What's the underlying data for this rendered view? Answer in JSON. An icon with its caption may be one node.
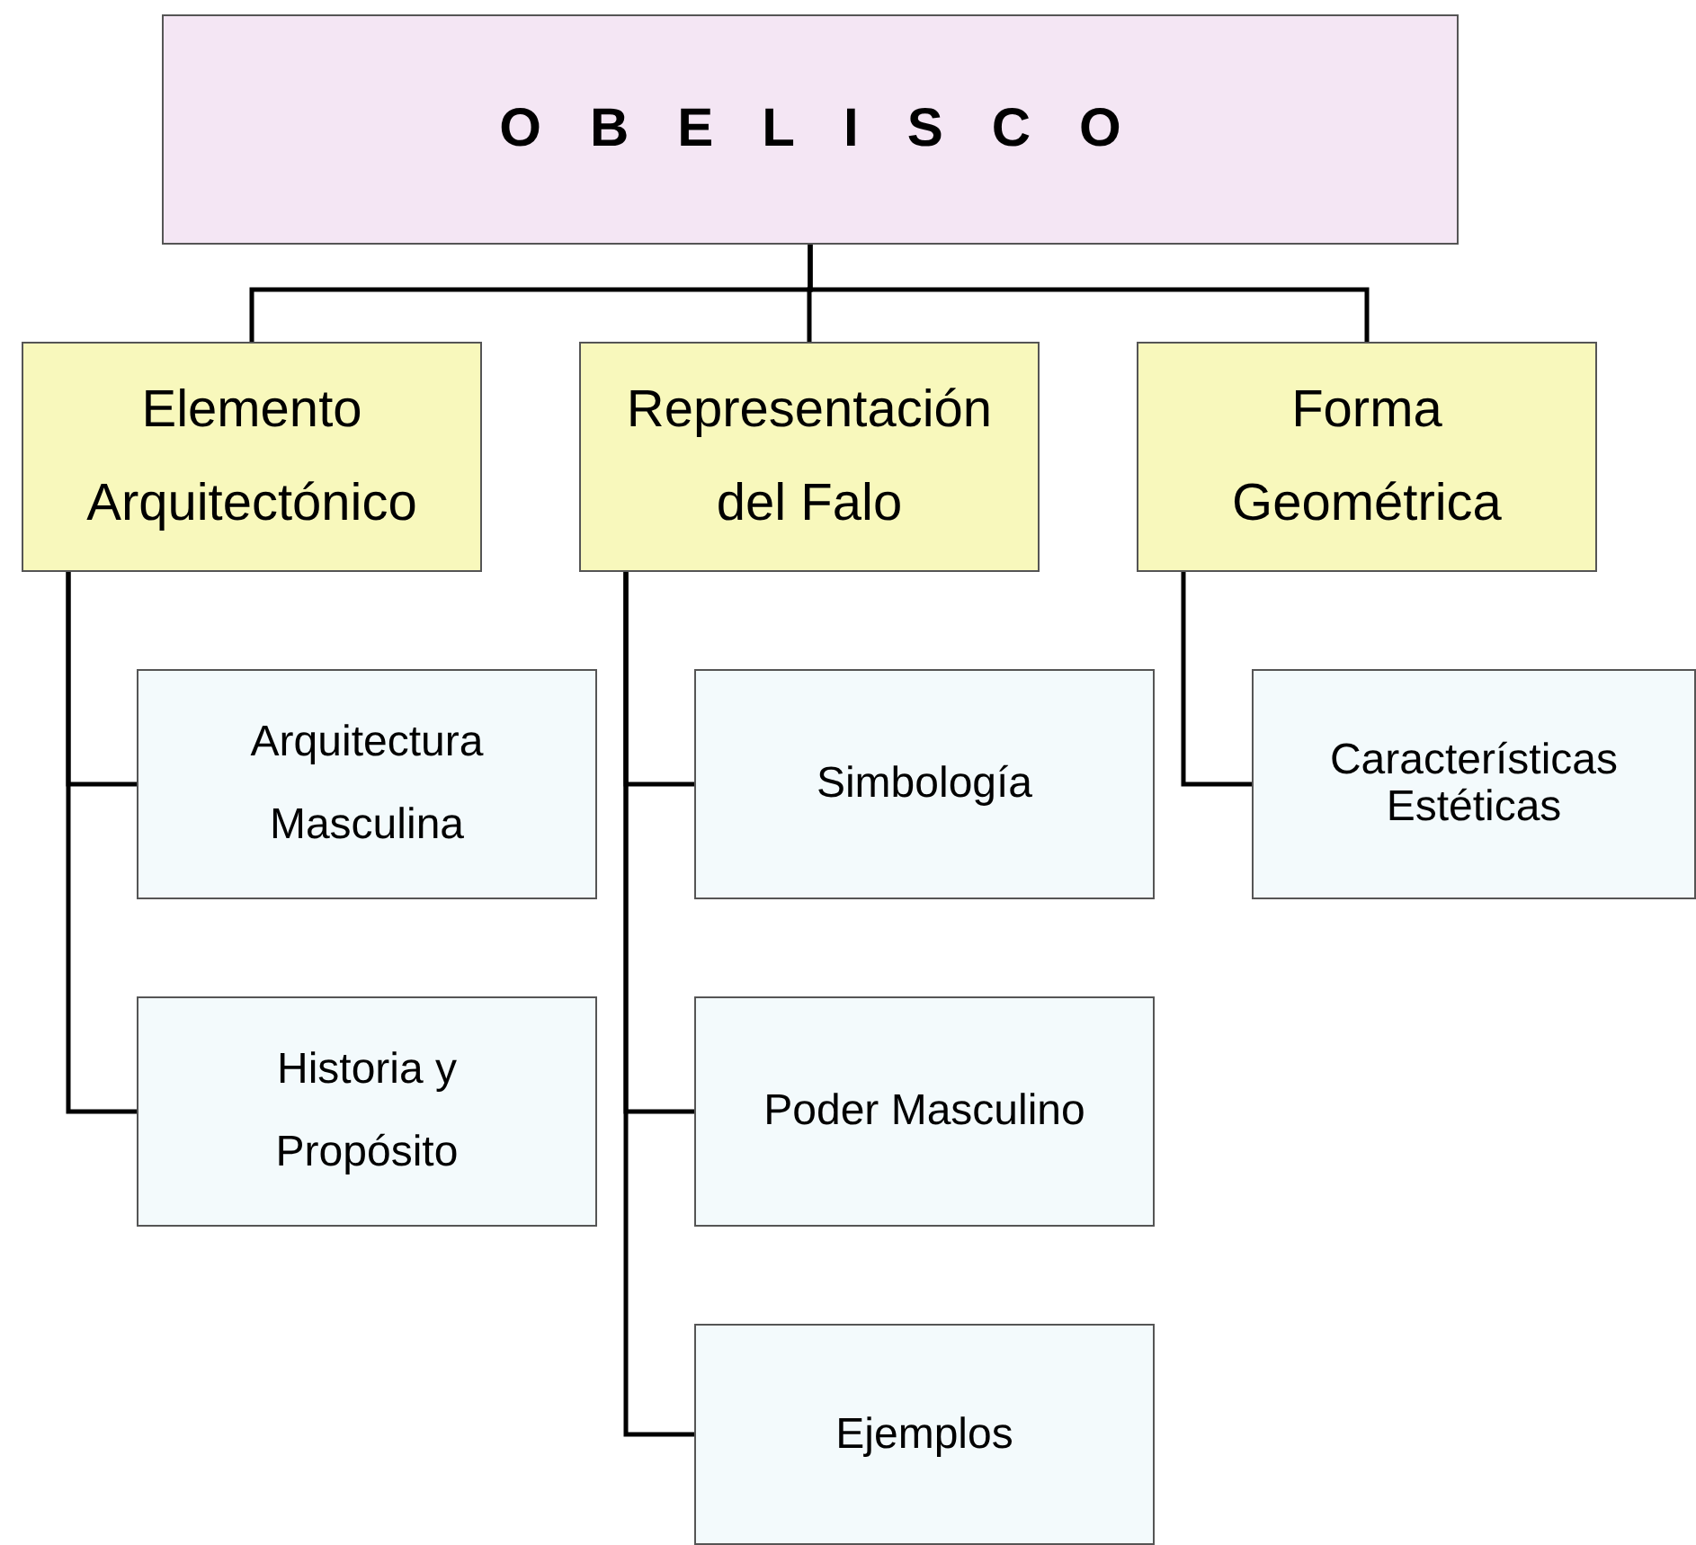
{
  "diagram": {
    "nodes": [
      {
        "text": [
          "OBELISCO"
        ]
      },
      {
        "text": [
          "Elemento Arquitectónico"
        ]
      },
      {
        "text": [
          "Representación del Falo"
        ]
      },
      {
        "text": [
          "Forma Geométrica"
        ]
      },
      {
        "text": [
          "Arquitectura Masculina"
        ]
      },
      {
        "text": [
          "Historia y Propósito"
        ]
      },
      {
        "text": [
          "Simbología"
        ]
      },
      {
        "text": [
          "Poder Masculino"
        ]
      },
      {
        "text": [
          "Ejemplos"
        ]
      },
      {
        "text": [
          "Características Estéticas"
        ]
      }
    ],
    "edges": [
      {
        "from": 0,
        "to": 1,
        "arrow": "none"
      },
      {
        "from": 0,
        "to": 2,
        "arrow": "none"
      },
      {
        "from": 0,
        "to": 3,
        "arrow": "none"
      },
      {
        "from": 1,
        "to": 4,
        "arrow": "none"
      },
      {
        "from": 1,
        "to": 5,
        "arrow": "none"
      },
      {
        "from": 2,
        "to": 6,
        "arrow": "none"
      },
      {
        "from": 2,
        "to": 7,
        "arrow": "none"
      },
      {
        "from": 2,
        "to": 8,
        "arrow": "none"
      },
      {
        "from": 3,
        "to": 9,
        "arrow": "none"
      }
    ]
  }
}
